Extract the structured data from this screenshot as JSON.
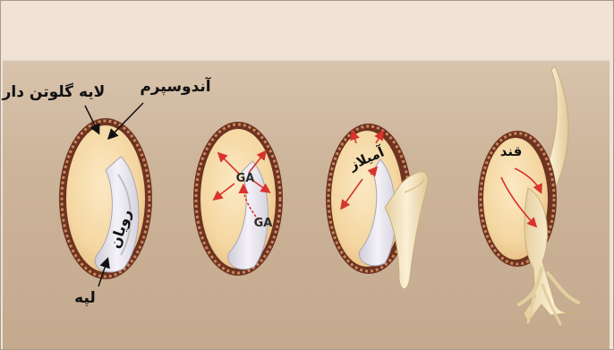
{
  "labels": {
    "aleurone": "لایه گلوتن دار",
    "endosperm": "آندوسپرم",
    "embryo": "رویان",
    "cotyledon": "لپه",
    "ga_1": "GA",
    "ga_2": "GA",
    "amylase": "آمیلاز",
    "sugar": "قند"
  },
  "colors": {
    "seed_coat": "#7a3a26",
    "endosperm": "#f4d9a8",
    "embryo": "#e8e6ee",
    "root": "#f1e2bf",
    "arrow": "#d8332c",
    "soil": "#cdb59b"
  }
}
